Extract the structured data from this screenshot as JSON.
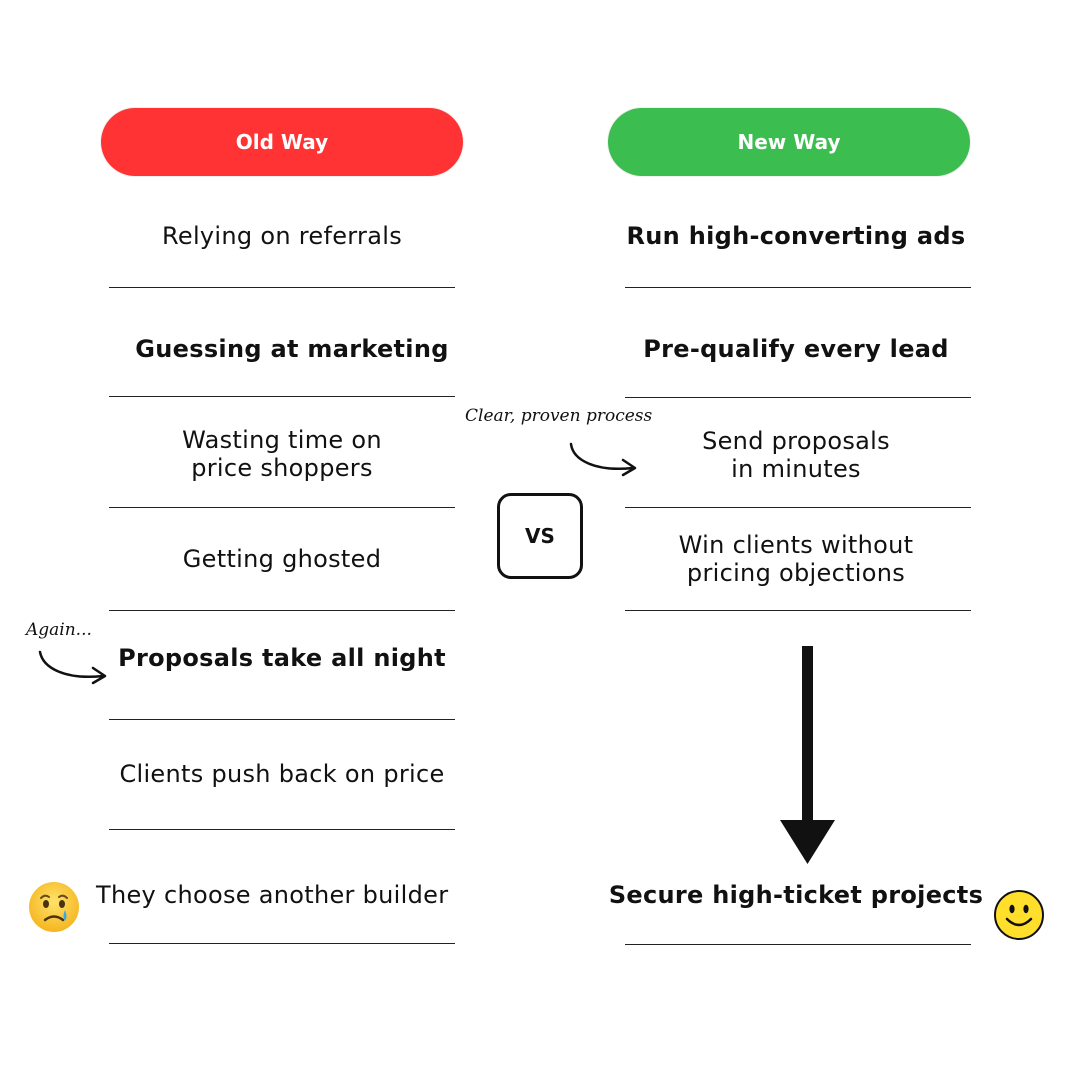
{
  "headers": {
    "old_way": "Old Way",
    "new_way": "New Way"
  },
  "vs_label": "VS",
  "old_way_items": [
    "Relying on referrals",
    "Guessing at marketing",
    "Wasting time on\nprice shoppers",
    "Getting ghosted",
    "Proposals take all night",
    "Clients push back on price",
    "They choose another builder"
  ],
  "new_way_items": [
    "Run high-converting ads",
    "Pre-qualify every lead",
    "Send proposals\nin minutes",
    "Win clients without\npricing objections",
    "Secure high-ticket projects"
  ],
  "annotations": {
    "clear": "Clear, proven process",
    "again": "Again..."
  },
  "icons": {
    "sad": "crying-face-emoji",
    "happy": "smiley-face-emoji",
    "arrow": "down-arrow"
  },
  "colors": {
    "old_way": "#ff3333",
    "new_way": "#3bbd4f"
  }
}
